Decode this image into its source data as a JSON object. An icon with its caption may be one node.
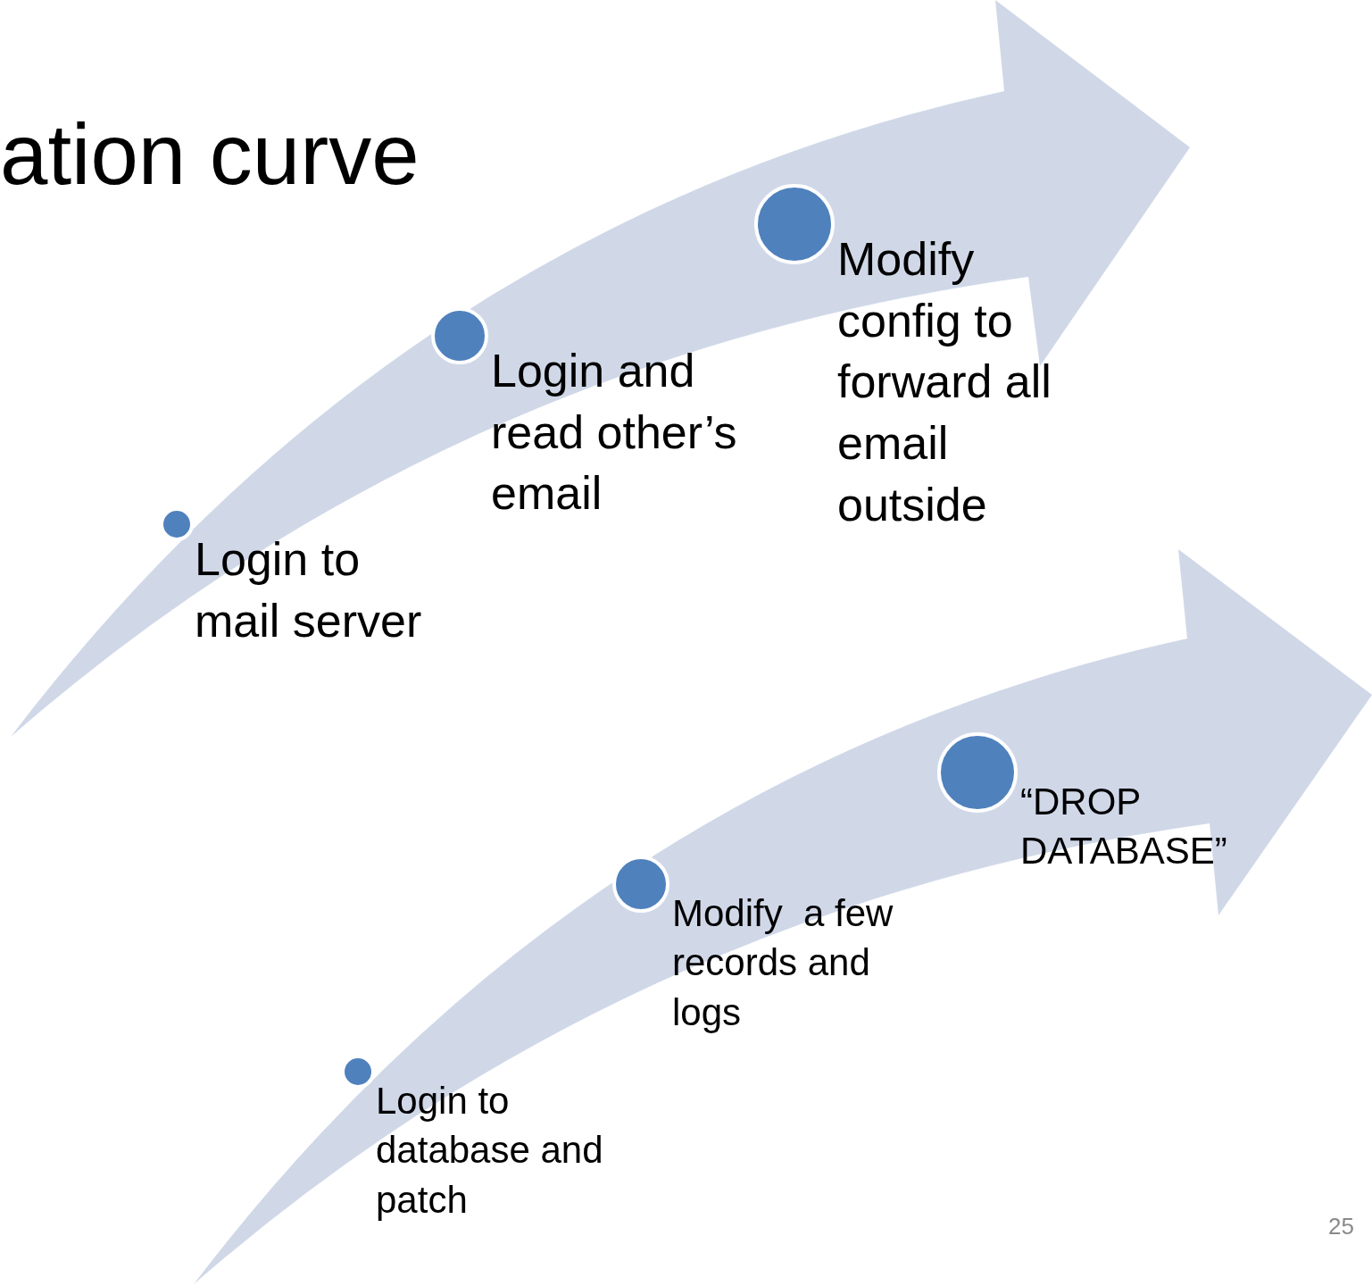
{
  "diagram": {
    "title": "ation curve",
    "nodes": [
      {
        "text": [],
        "shape": "circle",
        "beside": [
          "Login to mail server"
        ]
      },
      {
        "text": [],
        "shape": "circle",
        "beside": [
          "Login and read other’s email"
        ]
      },
      {
        "text": [],
        "shape": "circle",
        "beside": [
          "Modify config to forward all email outside"
        ]
      },
      {
        "text": [],
        "shape": "circle",
        "beside": [
          "Login to database and patch"
        ]
      },
      {
        "text": [],
        "shape": "circle",
        "beside": [
          "Modify  a few records and logs"
        ]
      },
      {
        "text": [],
        "shape": "circle",
        "beside": [
          "“DROP DATABASE”"
        ]
      }
    ],
    "labels": [
      "25"
    ]
  }
}
